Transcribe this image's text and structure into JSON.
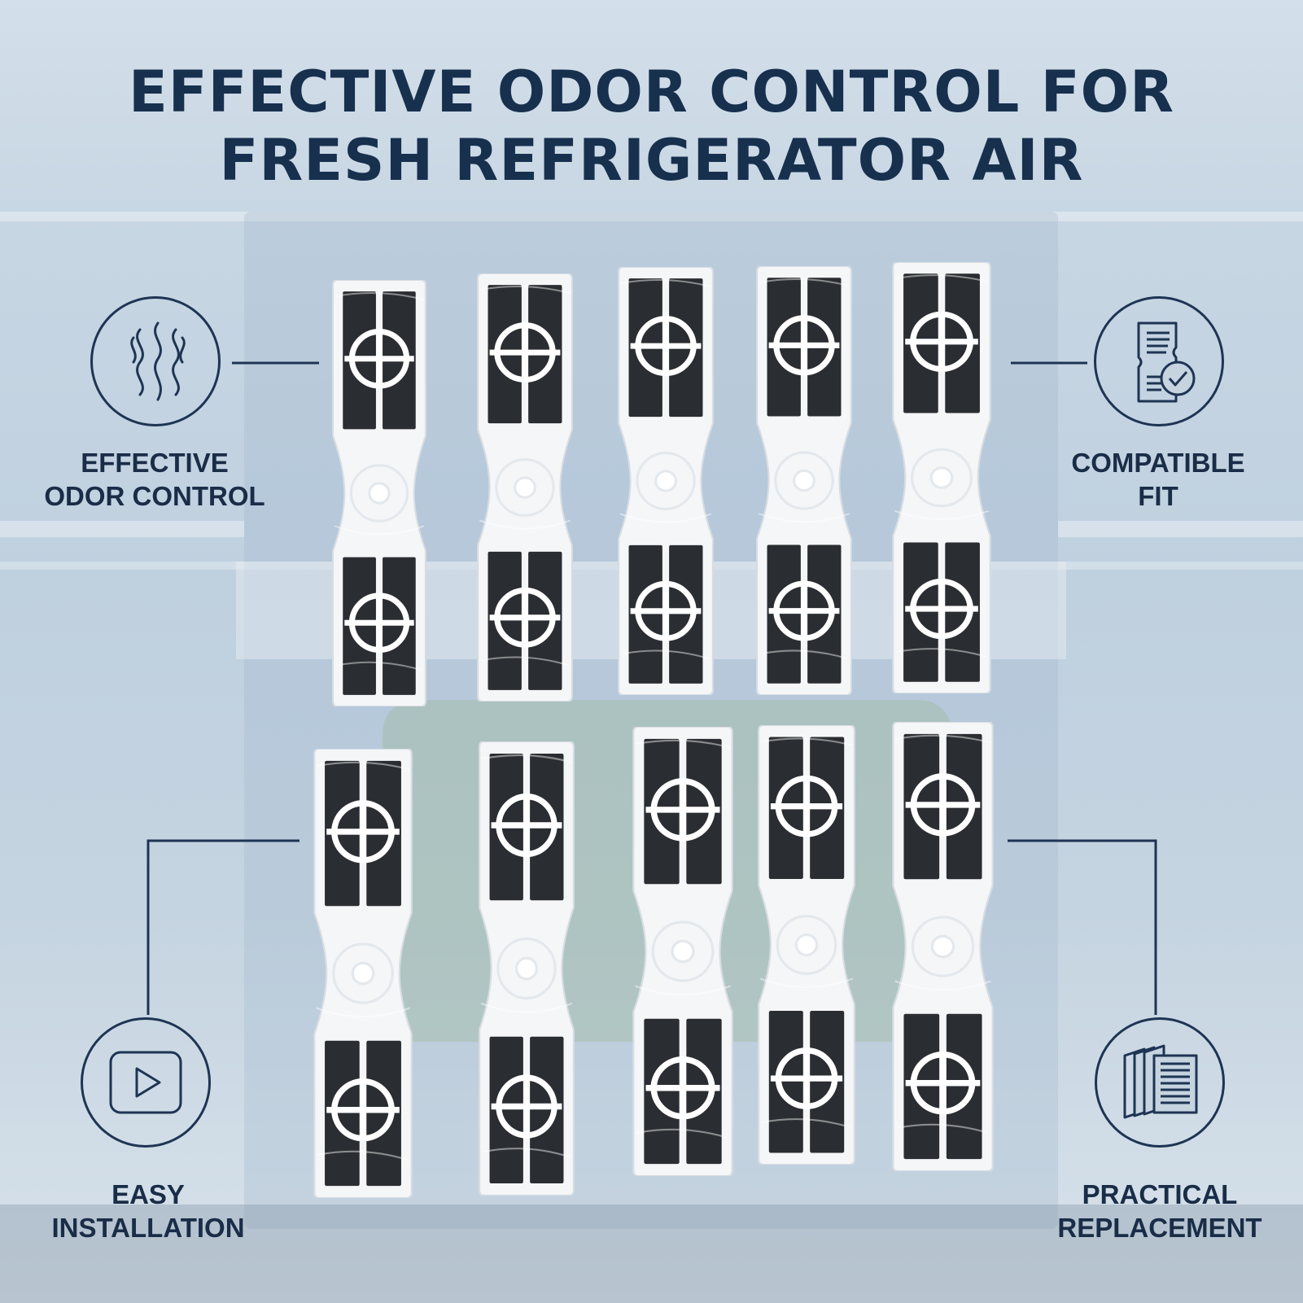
{
  "headline": {
    "line1": "EFFECTIVE ODOR CONTROL FOR",
    "line2": "FRESH REFRIGERATOR AIR"
  },
  "features": [
    {
      "icon": "odor-waves-icon",
      "line1": "EFFECTIVE",
      "line2": "ODOR CONTROL"
    },
    {
      "icon": "compatible-fit-icon",
      "line1": "COMPATIBLE",
      "line2": "FIT"
    },
    {
      "icon": "play-button-icon",
      "line1": "EASY",
      "line2": "INSTALLATION"
    },
    {
      "icon": "stacked-filters-icon",
      "line1": "PRACTICAL",
      "line2": "REPLACEMENT"
    }
  ],
  "product": {
    "filter_count": 10,
    "rows": 2,
    "per_row": 5
  },
  "colors": {
    "navy": "#1e3453",
    "text": "#1a2d47",
    "frame": "#f4f6f8",
    "carbon": "#2a2d31"
  }
}
